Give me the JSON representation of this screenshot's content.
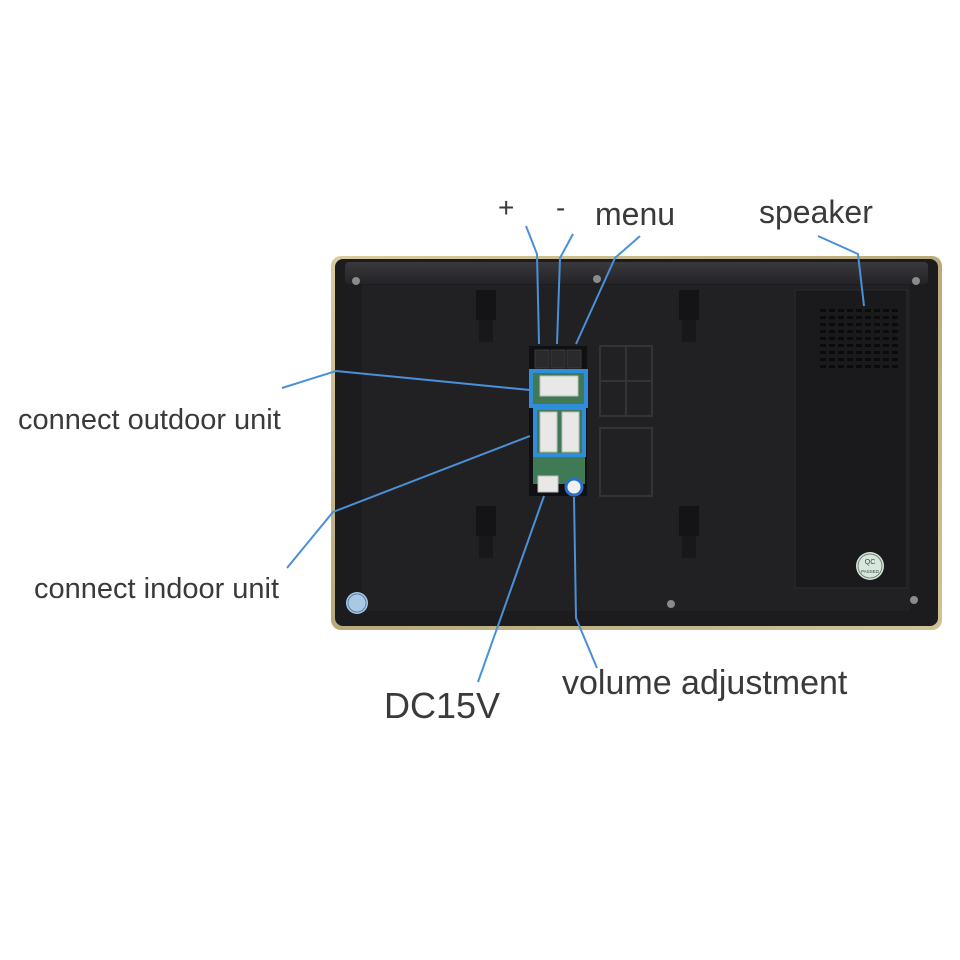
{
  "labels": {
    "plus": "+",
    "minus": "-",
    "menu": "menu",
    "speaker": "speaker",
    "connect_outdoor": "connect outdoor unit",
    "connect_indoor": "connect indoor unit",
    "dc": "DC15V",
    "volume": "volume adjustment"
  },
  "stickers": {
    "qc": "QC",
    "qc_passed": "PASSED"
  },
  "colors": {
    "callout_line": "#4a90d9",
    "highlight_box": "#2f8ddc",
    "panel": "#1c1c1e",
    "frame": "#c9b98a",
    "label_text": "#3a3a3a"
  }
}
